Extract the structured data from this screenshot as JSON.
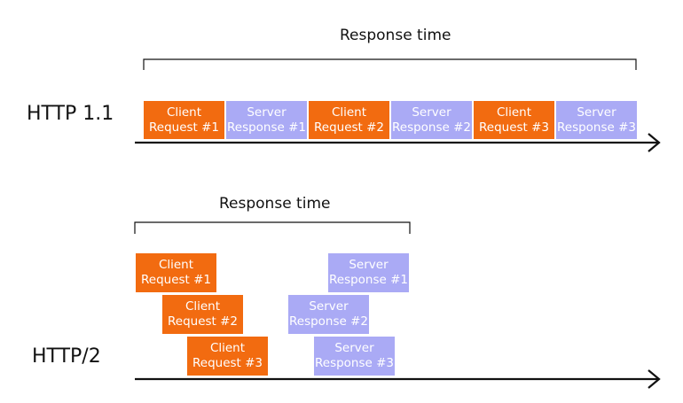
{
  "colors": {
    "request": "#f26b10",
    "response": "#aaaaf5",
    "line": "#111111"
  },
  "http11": {
    "label": "HTTP 1.1",
    "response_time_label": "Response time",
    "blocks": [
      {
        "line1": "Client",
        "line2": "Request #1"
      },
      {
        "line1": "Server",
        "line2": "Response #1"
      },
      {
        "line1": "Client",
        "line2": "Request #2"
      },
      {
        "line1": "Server",
        "line2": "Response #2"
      },
      {
        "line1": "Client",
        "line2": "Request #3"
      },
      {
        "line1": "Server",
        "line2": "Response #3"
      }
    ]
  },
  "http2": {
    "label": "HTTP/2",
    "response_time_label": "Response time",
    "requests": [
      {
        "line1": "Client",
        "line2": "Request #1"
      },
      {
        "line1": "Client",
        "line2": "Request #2"
      },
      {
        "line1": "Client",
        "line2": "Request #3"
      }
    ],
    "responses": [
      {
        "line1": "Server",
        "line2": "Response #1"
      },
      {
        "line1": "Server",
        "line2": "Response #2"
      },
      {
        "line1": "Server",
        "line2": "Response #3"
      }
    ]
  }
}
